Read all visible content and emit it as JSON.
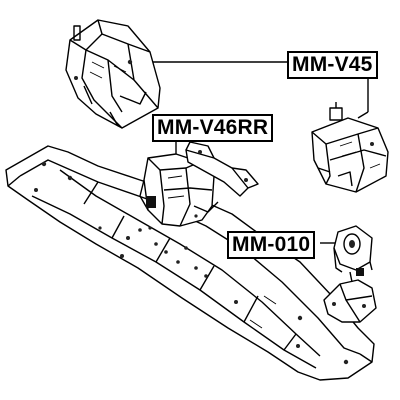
{
  "labels": {
    "engine_mount_upper": "MM-V45",
    "rear_mount": "MM-V46RR",
    "small_mount": "MM-010"
  },
  "colors": {
    "line": "#000000",
    "background": "#ffffff"
  }
}
